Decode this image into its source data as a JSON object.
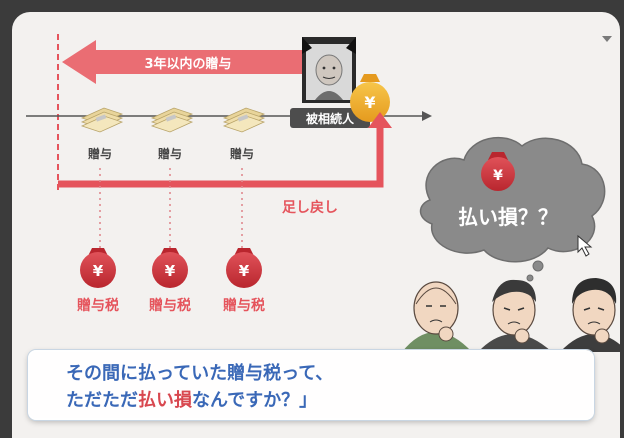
{
  "diagram": {
    "arrow_label": "3年以内の贈与",
    "decedent_label": "被相続人",
    "gift_label": "贈与",
    "gift_tax_label": "贈与税",
    "addback_label": "足し戻し",
    "thought_text": "払い損？？",
    "yen_symbol": "¥"
  },
  "caption": {
    "line1": "その間に払っていた贈与税って、",
    "line2_pre": "ただただ",
    "line2_highlight": "払い損",
    "line2_post": "なんですか？」"
  },
  "colors": {
    "red": "#e5545c",
    "dark_red": "#c8373f",
    "caption_blue": "#3a68b7",
    "gold": "#f2b632"
  }
}
